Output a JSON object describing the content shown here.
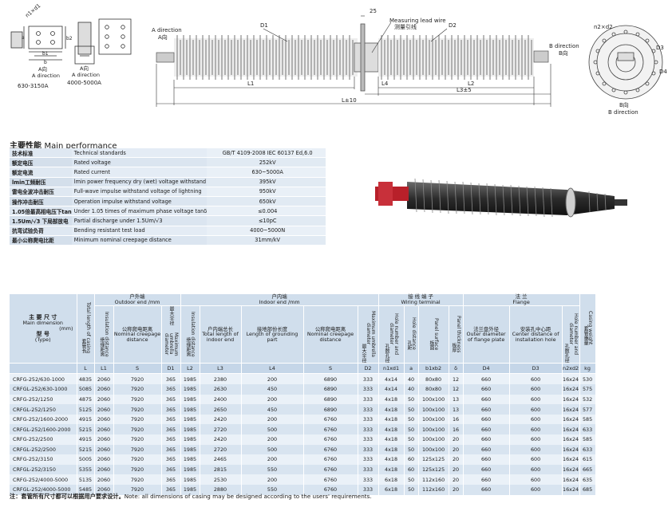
{
  "diagram": {
    "left_a_dir_zh": "A向",
    "left_a_dir_en": "A direction",
    "left_model": "630-3150A",
    "mid_a_dir_zh": "A向",
    "mid_a_dir_en": "A direction",
    "mid_model": "4000-5000A",
    "left_dims": [
      "n1×d1",
      "a",
      "b2",
      "b1",
      "b"
    ],
    "main_a_dir_en": "A direction",
    "main_a_dir_zh": "A向",
    "d1": "D1",
    "d2": "D2",
    "flange_dim": "25",
    "lead_wire_en": "Measuring lead wire",
    "lead_wire_zh": "测量引线",
    "l1": "L1",
    "l4": "L4",
    "l2": "L2",
    "l3": "L3±5",
    "l_total": "L±10",
    "b_dir_en": "B direction",
    "b_dir_zh": "B向",
    "right_n2d2": "n2×d2",
    "right_d3": "D3",
    "right_d4": "D4",
    "right_b_zh": "B向",
    "right_b_en": "B direction"
  },
  "performance": {
    "title_zh": "主要性能",
    "title_en": "Main performance",
    "rows": [
      {
        "zh": "技术标准",
        "en": "Technical standards",
        "val": "GB/T  4109-2008     IEC 60137 Ed,6.0"
      },
      {
        "zh": "额定电压",
        "en": "Rated voltage",
        "val": "252kV"
      },
      {
        "zh": "额定电流",
        "en": "Rated current",
        "val": "630~5000A"
      },
      {
        "zh": "lmin工频耐压",
        "en": "lmin power frequency dry (wet) voltage withstand",
        "val": "395kV"
      },
      {
        "zh": "雷电全波冲击耐压",
        "en": "Full-wave impulse withstand voltage of lightning",
        "val": "950kV"
      },
      {
        "zh": "操作冲击耐压",
        "en": "Operation impulse withstand voltage",
        "val": "650kV"
      },
      {
        "zh": "1.05倍最高相电压下tan",
        "en": "Under 1.05 times of maximum phase voltage tanδ",
        "val": "≤0.004"
      },
      {
        "zh": "1.5Um/√3 下局部放电",
        "en": "Partial discharge under 1.5Um/√3",
        "val": "≤10pC"
      },
      {
        "zh": "抗弯试验负荷",
        "en": "Bending resistant test load",
        "val": "4000~5000N"
      },
      {
        "zh": "最小公称爬电比距",
        "en": "Minimum nominal creepage distance",
        "val": "31mm/kV"
      }
    ]
  },
  "dimensions": {
    "hdr_main_zh": "主 要 尺 寸",
    "hdr_main_en": "Main dimension",
    "hdr_mm": "(mm)",
    "hdr_type_zh": "型    号",
    "hdr_type_en": "(Type)",
    "hdr_total_zh": "套管长",
    "hdr_total_en": "Total length of casing",
    "hdr_outdoor_zh": "户外端",
    "hdr_outdoor_en": "Outdoor end /mm",
    "hdr_indoor_zh": "户内端",
    "hdr_indoor_en": "Indoor end /mm",
    "hdr_wiring_zh": "接 线 端 子",
    "hdr_wiring_en": "Wiring terminal",
    "hdr_flange_zh": "法  兰",
    "hdr_flange_en": "Flange",
    "hdr_weight_zh": "套管重量",
    "hdr_weight_en": "Casing weight",
    "sub": {
      "l1_zh": "绝缘距离",
      "l1_en": "Insulation distance",
      "s_zh": "公称爬电距离",
      "s_en": "Nominal creepage distance",
      "d1_zh": "最大伞径",
      "d1_en": "Maximum umbrella diameter",
      "l2_zh": "绝缘距离",
      "l2_en": "Insulation distance",
      "l3_zh": "户内端总长",
      "l3_en": "Total length of indoor end",
      "l4_zh": "接地部份长度",
      "l4_en": "Length of grounding part",
      "s2_zh": "公称爬电距离",
      "s2_en": "Nominal creepage distance",
      "d2_zh": "最大伞径",
      "d2_en": "Maximum umbrella diameter",
      "n1_zh": "孔数孔径",
      "n1_en": "Hole number and diameter",
      "a_zh": "孔距",
      "a_en": "Hole distance",
      "b_zh": "板面",
      "b_en": "Panel surface",
      "t_zh": "板厚",
      "t_en": "Panel thickness",
      "d4_zh": "法兰盘外径",
      "d4_en": "Outer diameter of flange plate",
      "d3_zh": "安装孔中心距",
      "d3_en": "Center distance of installation hole",
      "n2_zh": "孔数孔径",
      "n2_en": "Hole number and diameter"
    },
    "symbols": [
      "L",
      "L1",
      "S",
      "D1",
      "L2",
      "L3",
      "L4",
      "S",
      "D2",
      "n1xd1",
      "a",
      "b1xb2",
      "δ",
      "D4",
      "D3",
      "n2xd2",
      "kg"
    ],
    "rows": [
      [
        "CRFG-252/630-1000",
        "4835",
        "2060",
        "7920",
        "365",
        "1985",
        "2380",
        "200",
        "6890",
        "333",
        "4x14",
        "40",
        "80x80",
        "12",
        "660",
        "600",
        "16x24",
        "530"
      ],
      [
        "CRFGL-252/630-1000",
        "5085",
        "2060",
        "7920",
        "365",
        "1985",
        "2630",
        "450",
        "6890",
        "333",
        "4x14",
        "40",
        "80x80",
        "12",
        "660",
        "600",
        "16x24",
        "575"
      ],
      [
        "CRFG-252/1250",
        "4875",
        "2060",
        "7920",
        "365",
        "1985",
        "2400",
        "200",
        "6890",
        "333",
        "4x18",
        "50",
        "100x100",
        "13",
        "660",
        "600",
        "16x24",
        "532"
      ],
      [
        "CRFGL-252/1250",
        "5125",
        "2060",
        "7920",
        "365",
        "1985",
        "2650",
        "450",
        "6890",
        "333",
        "4x18",
        "50",
        "100x100",
        "13",
        "660",
        "600",
        "16x24",
        "577"
      ],
      [
        "CRFG-252/1600-2000",
        "4915",
        "2060",
        "7920",
        "365",
        "1985",
        "2420",
        "200",
        "6760",
        "333",
        "4x18",
        "50",
        "100x100",
        "16",
        "660",
        "600",
        "16x24",
        "585"
      ],
      [
        "CRFGL-252/1600-2000",
        "5215",
        "2060",
        "7920",
        "365",
        "1985",
        "2720",
        "500",
        "6760",
        "333",
        "4x18",
        "50",
        "100x100",
        "16",
        "660",
        "600",
        "16x24",
        "633"
      ],
      [
        "CRFG-252/2500",
        "4915",
        "2060",
        "7920",
        "365",
        "1985",
        "2420",
        "200",
        "6760",
        "333",
        "4x18",
        "50",
        "100x100",
        "20",
        "660",
        "600",
        "16x24",
        "585"
      ],
      [
        "CRFGL-252/2500",
        "5215",
        "2060",
        "7920",
        "365",
        "1985",
        "2720",
        "500",
        "6760",
        "333",
        "4x18",
        "50",
        "100x100",
        "20",
        "660",
        "600",
        "16x24",
        "633"
      ],
      [
        "CRFG-252/3150",
        "5005",
        "2060",
        "7920",
        "365",
        "1985",
        "2465",
        "200",
        "6760",
        "333",
        "4x18",
        "60",
        "125x125",
        "20",
        "660",
        "600",
        "16x24",
        "615"
      ],
      [
        "CRFGL-252/3150",
        "5355",
        "2060",
        "7920",
        "365",
        "1985",
        "2815",
        "550",
        "6760",
        "333",
        "4x18",
        "60",
        "125x125",
        "20",
        "660",
        "600",
        "16x24",
        "665"
      ],
      [
        "CRFG-252/4000-5000",
        "5135",
        "2060",
        "7920",
        "365",
        "1985",
        "2530",
        "200",
        "6760",
        "333",
        "6x18",
        "50",
        "112x160",
        "20",
        "660",
        "600",
        "16x24",
        "635"
      ],
      [
        "CRFGL-252/4000-5000",
        "5485",
        "2060",
        "7920",
        "365",
        "1985",
        "2880",
        "550",
        "6760",
        "333",
        "6x18",
        "50",
        "112x160",
        "20",
        "660",
        "600",
        "16x24",
        "685"
      ]
    ]
  },
  "note": {
    "zh": "注：套管所有尺寸都可以根据用户要求设计。",
    "en": "Note: all dimensions of casing may be designed according to the users' requirements."
  }
}
